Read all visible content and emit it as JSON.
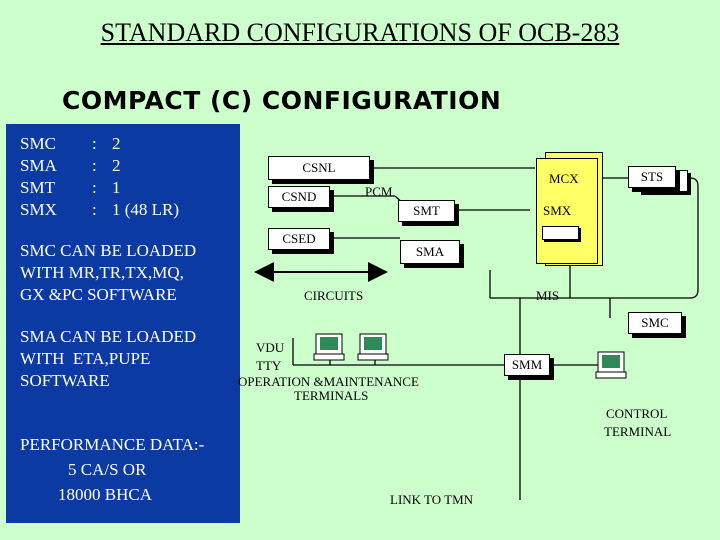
{
  "title": "STANDARD CONFIGURATIONS OF OCB-283",
  "subtitle": "COMPACT (C) CONFIGURATION",
  "panel": {
    "config_rows": [
      {
        "unit": "SMC",
        "sep": ":",
        "count": "2"
      },
      {
        "unit": "SMA",
        "sep": ":",
        "count": "2"
      },
      {
        "unit": "SMT",
        "sep": ":",
        "count": "1"
      },
      {
        "unit": "SMX",
        "sep": ":",
        "count": "1  (48 LR)"
      }
    ],
    "smc_note": "SMC CAN BE LOADED\nWITH MR,TR,TX,MQ,\nGX &PC SOFTWARE",
    "sma_note": "SMA CAN BE LOADED\nWITH  ETA,PUPE\nSOFTWARE",
    "performance": {
      "heading": "PERFORMANCE DATA:-",
      "line1": "5 CA/S OR",
      "line2": "18000 BHCA"
    }
  },
  "diagram": {
    "csnl": "CSNL",
    "csnd": "CSND",
    "pcm": "PCM",
    "csed": "CSED",
    "mcx": "MCX",
    "sts": "STS",
    "smt": "SMT",
    "smx": "SMX",
    "sma": "SMA",
    "circuits": "CIRCUITS",
    "mis": "MIS",
    "smc": "SMC",
    "vdu": "VDU",
    "tty": "TTY",
    "om_terminals_line1": "OPERATION &MAINTENANCE",
    "om_terminals_line2": "TERMINALS",
    "smm": "SMM",
    "control_terminal_line1": "CONTROL",
    "control_terminal_line2": "TERMINAL",
    "link_to_tmn": "LINK TO TMN"
  },
  "colors": {
    "background": "#ccffcc",
    "panel": "#0b3aa3",
    "mcx_fill": "#ffff66",
    "terminal_screen": "#2e8b57"
  }
}
